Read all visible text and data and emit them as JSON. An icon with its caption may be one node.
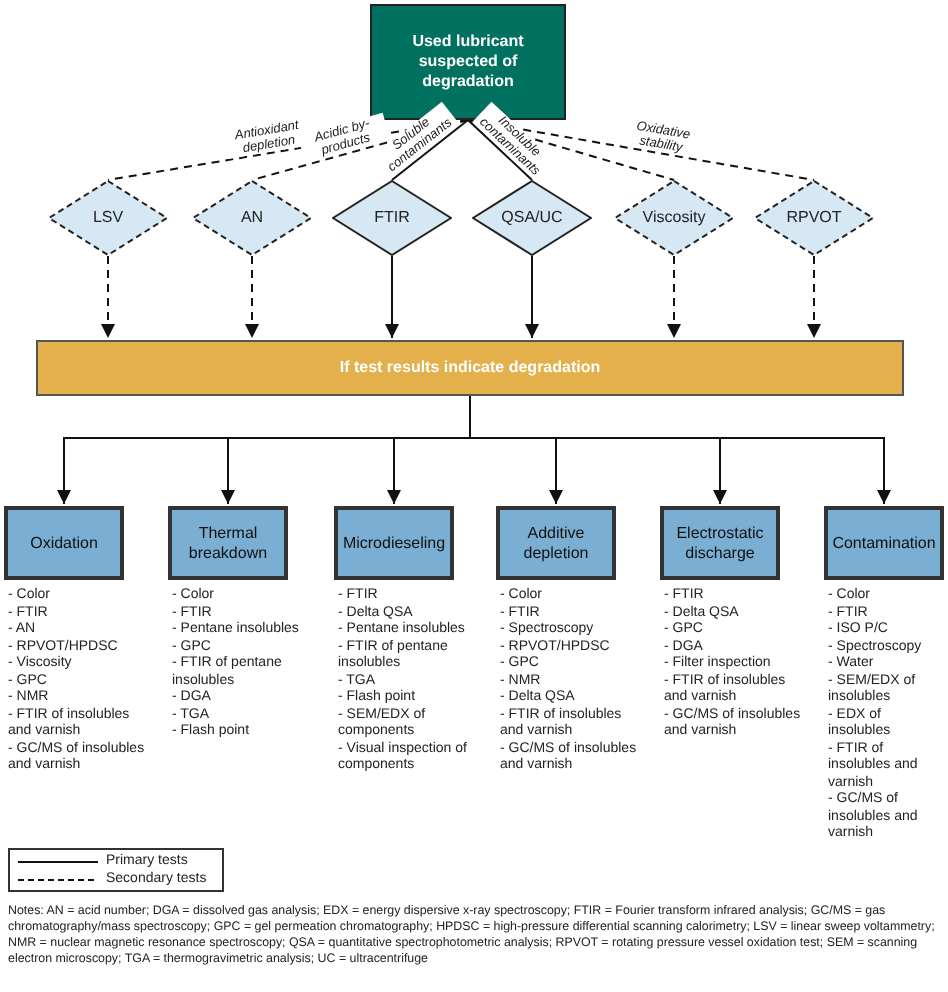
{
  "diagram": {
    "nodes": [
      {
        "text": [
          "Used lubricant suspected of degradation"
        ]
      },
      {
        "text": [
          "LSV"
        ]
      },
      {
        "text": [
          "AN"
        ]
      },
      {
        "text": [
          "FTIR"
        ]
      },
      {
        "text": [
          "QSA/UC"
        ]
      },
      {
        "text": [
          "Viscosity"
        ]
      },
      {
        "text": [
          "RPVOT"
        ]
      },
      {
        "text": [
          "If test results indicate degradation"
        ]
      },
      {
        "text": [
          "Oxidation"
        ],
        "beside": [
          "- Color",
          "- FTIR",
          "- AN",
          "- RPVOT/HPDSC",
          "- Viscosity",
          "- GPC",
          "- NMR",
          "- FTIR of insolubles and varnish",
          "- GC/MS of insolubles and varnish"
        ]
      },
      {
        "text": [
          "Thermal breakdown"
        ],
        "beside": [
          "- Color",
          "- FTIR",
          "- Pentane insolubles",
          "- GPC",
          "- FTIR of pentane insolubles",
          "- DGA",
          "- TGA",
          "- Flash point"
        ]
      },
      {
        "text": [
          "Microdieseling"
        ],
        "beside": [
          "- FTIR",
          "- Delta QSA",
          "- Pentane insolubles",
          "- FTIR of pentane insolubles",
          "- TGA",
          "- Flash point",
          "- SEM/EDX of components",
          "- Visual inspection of components"
        ]
      },
      {
        "text": [
          "Additive depletion"
        ],
        "beside": [
          "- Color",
          "- FTIR",
          "- Spectroscopy",
          "- RPVOT/HPDSC",
          "- GPC",
          "- NMR",
          "- Delta QSA",
          "- FTIR of insolubles and varnish",
          "- GC/MS of insolubles and varnish"
        ]
      },
      {
        "text": [
          "Electrostatic discharge"
        ],
        "beside": [
          "- FTIR",
          "- Delta QSA",
          "- GPC",
          "- DGA",
          "- Filter inspection",
          "- FTIR of insolubles and varnish",
          "- GC/MS of insolubles and varnish"
        ]
      },
      {
        "text": [
          "Contamination"
        ],
        "beside": [
          "- Color",
          "- FTIR",
          "- ISO P/C",
          "- Spectroscopy",
          "- Water",
          "- SEM/EDX of insolubles",
          "- EDX of insolubles",
          "- FTIR of insolubles and varnish",
          "- GC/MS of insolubles and varnish"
        ]
      }
    ],
    "edges": [
      {
        "from": 0,
        "to": 1,
        "arrow": "none",
        "label": "Antioxidant depletion",
        "style": "dashed"
      },
      {
        "from": 0,
        "to": 2,
        "arrow": "none",
        "label": "Acidic by-products",
        "style": "dashed"
      },
      {
        "from": 0,
        "to": 3,
        "arrow": "none",
        "label": "Soluble contaminants"
      },
      {
        "from": 0,
        "to": 4,
        "arrow": "none",
        "label": "Insoluble contaminants"
      },
      {
        "from": 0,
        "to": 5,
        "arrow": "none",
        "style": "dashed"
      },
      {
        "from": 0,
        "to": 6,
        "arrow": "none",
        "label": "Oxidative stability",
        "style": "dashed"
      },
      {
        "from": 1,
        "to": 7,
        "arrow": "to",
        "style": "dashed"
      },
      {
        "from": 2,
        "to": 7,
        "arrow": "to",
        "style": "dashed"
      },
      {
        "from": 3,
        "to": 7,
        "arrow": "to"
      },
      {
        "from": 4,
        "to": 7,
        "arrow": "to"
      },
      {
        "from": 5,
        "to": 7,
        "arrow": "to",
        "style": "dashed"
      },
      {
        "from": 6,
        "to": 7,
        "arrow": "to",
        "style": "dashed"
      },
      {
        "from": 7,
        "to": 8,
        "arrow": "to"
      },
      {
        "from": 7,
        "to": 9,
        "arrow": "to"
      },
      {
        "from": 7,
        "to": 10,
        "arrow": "to"
      },
      {
        "from": 7,
        "to": 11,
        "arrow": "to"
      },
      {
        "from": 7,
        "to": 12,
        "arrow": "to"
      },
      {
        "from": 7,
        "to": 13,
        "arrow": "to"
      }
    ],
    "labels": [
      "Notes: AN = acid number; DGA = dissolved gas analysis; EDX = energy dispersive x-ray spectroscopy; FTIR = Fourier transform infrared analysis; GC/MS = gas chromatography/mass spectroscopy; GPC = gel permeation chromatography; HPDSC = high-pressure differential scanning calorimetry; LSV = linear sweep voltammetry; NMR = nuclear magnetic resonance spectroscopy; QSA = quantitative spectrophotometric analysis; RPVOT = rotating pressure vessel oxidation test; SEM = scanning electron microscopy; TGA = thermogravimetric analysis; UC = ultracentrifuge"
    ],
    "legend": [
      {
        "text": "Primary tests"
      },
      {
        "text": "Secondary tests"
      }
    ]
  }
}
